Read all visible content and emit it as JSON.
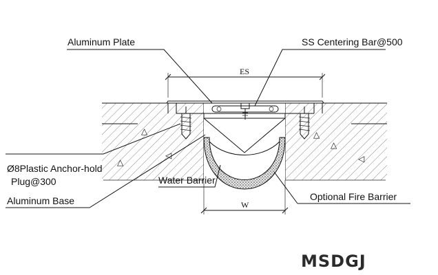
{
  "labels": {
    "aluminum_plate": "Aluminum Plate",
    "centering_bar": "SS Centering Bar@500",
    "anchor_line1": "Ø8Plastic Anchor-hold",
    "anchor_line2": "Plug@300",
    "water_barrier": "Water Barrier",
    "aluminum_base": "Aluminum Base",
    "fire_barrier": "Optional Fire Barrier"
  },
  "dimensions": {
    "es": "ES",
    "w": "W"
  },
  "brand": "MSDGJ",
  "colors": {
    "line": "#111111",
    "concrete": "#ffffff",
    "barrier_fill": "#cfcfcf",
    "brand": "#2b2b2b"
  }
}
